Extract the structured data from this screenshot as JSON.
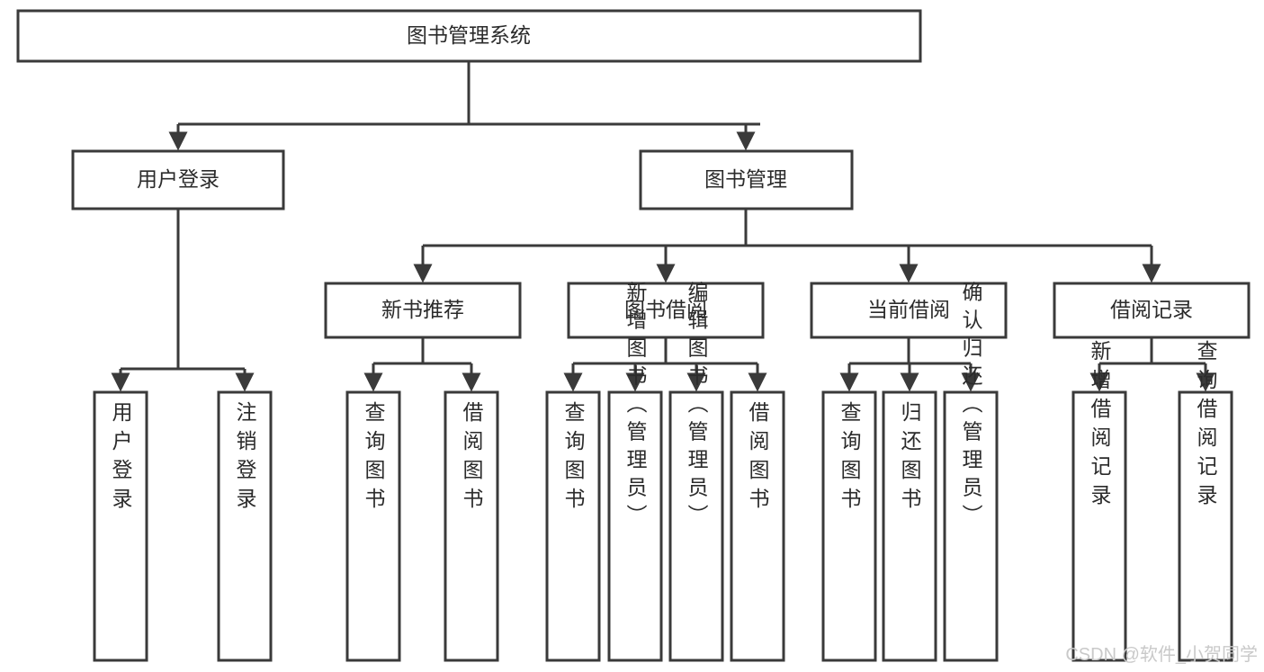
{
  "diagram": {
    "type": "tree",
    "title": "图书管理系统",
    "orientation": "top-down",
    "root": {
      "id": "root",
      "label": "图书管理系统"
    },
    "level2": [
      {
        "id": "user-login",
        "label": "用户登录"
      },
      {
        "id": "book-manage",
        "label": "图书管理"
      }
    ],
    "level3": [
      {
        "id": "new-book-rec",
        "label": "新书推荐",
        "parent": "book-manage"
      },
      {
        "id": "book-borrow",
        "label": "图书借阅",
        "parent": "book-manage"
      },
      {
        "id": "current-borrow",
        "label": "当前借阅",
        "parent": "book-manage"
      },
      {
        "id": "borrow-record",
        "label": "借阅记录",
        "parent": "book-manage"
      }
    ],
    "leaves": [
      {
        "id": "leaf-user-login",
        "label": "用户登录",
        "parent": "user-login"
      },
      {
        "id": "leaf-logout-login",
        "label": "注销登录",
        "parent": "user-login"
      },
      {
        "id": "leaf-query-book-1",
        "label": "查询图书",
        "parent": "new-book-rec"
      },
      {
        "id": "leaf-borrow-book-1",
        "label": "借阅图书",
        "parent": "new-book-rec"
      },
      {
        "id": "leaf-query-book-2",
        "label": "查询图书",
        "parent": "book-borrow"
      },
      {
        "id": "leaf-add-book",
        "label": "新增图书（管理员）",
        "parent": "book-borrow"
      },
      {
        "id": "leaf-edit-book",
        "label": "编辑图书（管理员）",
        "parent": "book-borrow"
      },
      {
        "id": "leaf-borrow-book-2",
        "label": "借阅图书",
        "parent": "book-borrow"
      },
      {
        "id": "leaf-query-book-3",
        "label": "查询图书",
        "parent": "current-borrow"
      },
      {
        "id": "leaf-return-book",
        "label": "归还图书",
        "parent": "current-borrow"
      },
      {
        "id": "leaf-confirm-return",
        "label": "确认归还（管理员）",
        "parent": "current-borrow"
      },
      {
        "id": "leaf-add-record",
        "label": "新增借阅记录",
        "parent": "borrow-record"
      },
      {
        "id": "leaf-query-record",
        "label": "查询借阅记录",
        "parent": "borrow-record"
      }
    ]
  },
  "watermark": {
    "text": "CSDN @软件_小贺同学",
    "color": "#c9c9c9"
  },
  "colors": {
    "box_stroke": "#3a3a3a",
    "box_fill": "#ffffff",
    "text": "#2b2b2b",
    "background": "#ffffff"
  }
}
